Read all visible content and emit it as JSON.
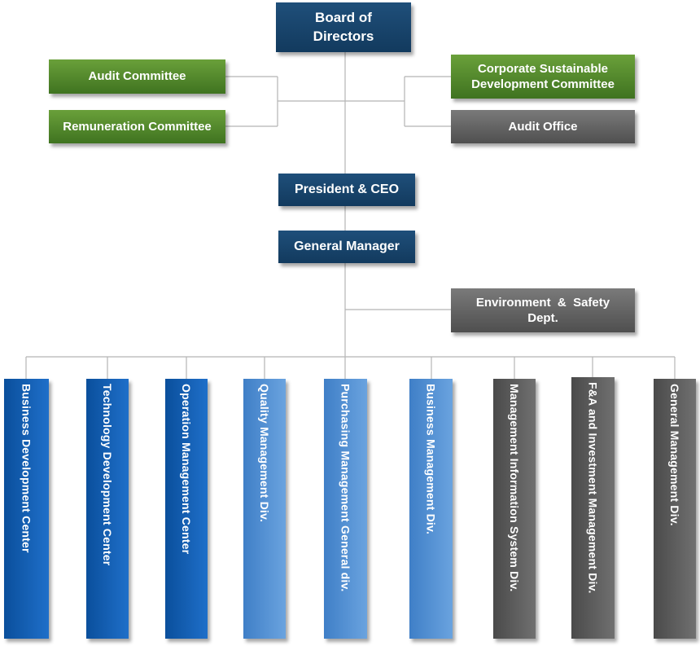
{
  "board": "Board of Directors",
  "committees_left": [
    "Audit Committee",
    "Remuneration Committee"
  ],
  "committees_right": [
    "Corporate Sustainable Development Committee",
    "Audit Office"
  ],
  "president": "President & CEO",
  "general_manager": "General Manager",
  "ehs": "Environment  &  Safety Dept.",
  "divisions": [
    "Business Development Center",
    "Technology Development Center",
    "Operation Management Center",
    "Quality Management Div.",
    "Purchasing Management General div.",
    "Business Management Div.",
    "Management Information System Div.",
    "F&A and Investment Management Div.",
    "General Management Div."
  ],
  "colors": {
    "navy": "#173f65",
    "green": "#4f8a2a",
    "gray": "#5f5f5f",
    "dark_blue": "#1260b5",
    "light_blue": "#4f8fd3"
  }
}
